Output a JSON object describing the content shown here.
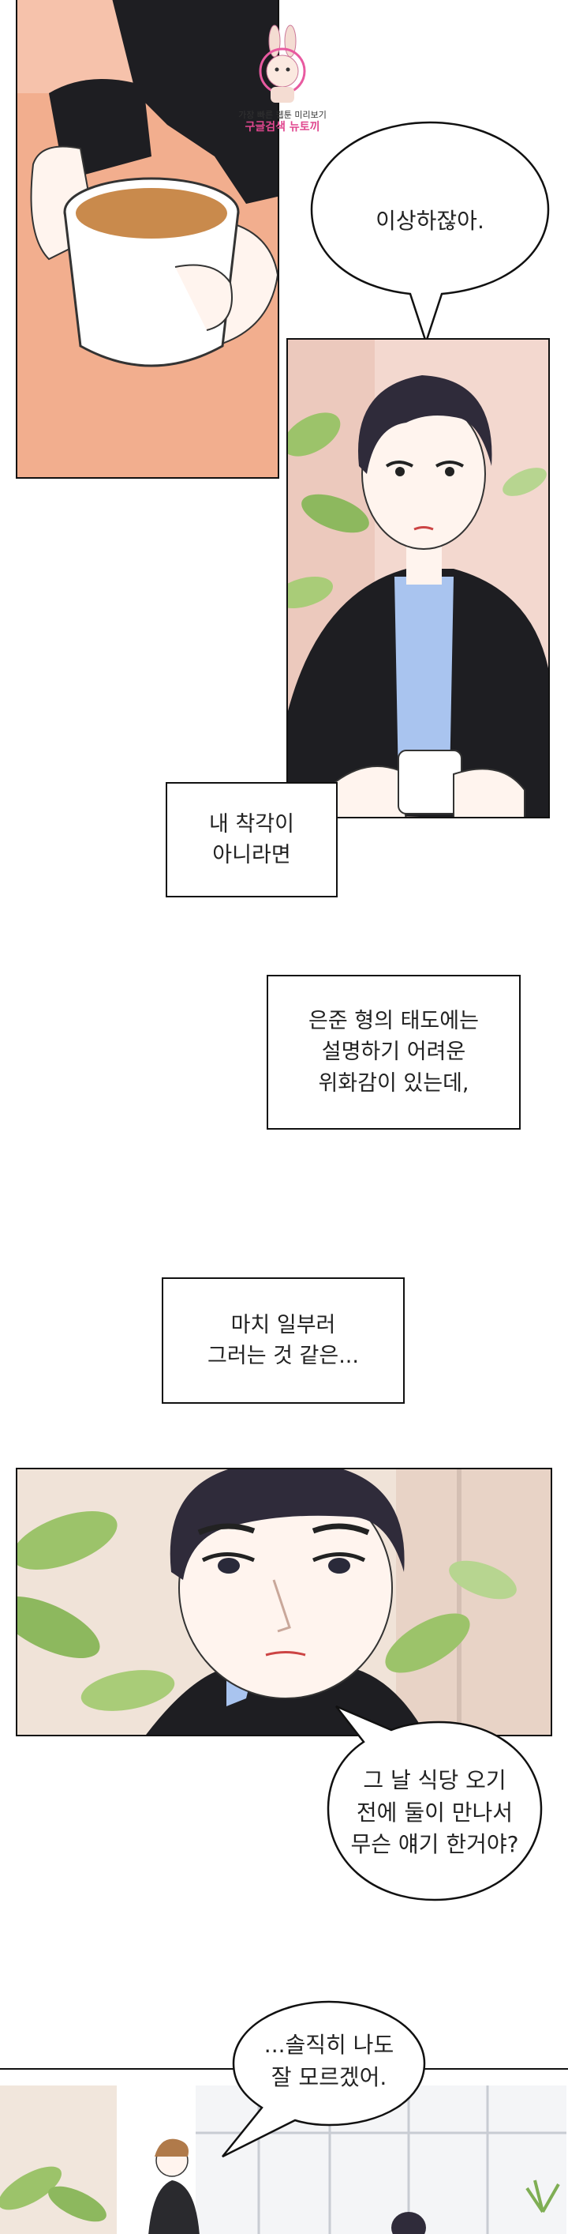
{
  "watermark": {
    "line1": "가장 빠른 웹툰 미리보기",
    "line2": "구글검색 뉴토끼"
  },
  "bubbles": {
    "b1": "이상하잖아.",
    "b2": "그 날 식당 오기\n전에 둘이 만나서\n무슨 얘기 한거야?",
    "b3": "...솔직히 나도\n잘 모르겠어."
  },
  "captions": {
    "c1": "내 착각이\n아니라면",
    "c2": "은준 형의 태도에는\n설명하기 어려운\n위화감이 있는데,",
    "c3": "마치 일부러\n그러는 것 같은..."
  },
  "colors": {
    "panel1_bg": "#f2ae8e",
    "panel2_bg": "#f3d8cf",
    "panel3_bg": "#f0e3d8",
    "hair": "#2f2b3a",
    "jacket": "#1e1e22",
    "skin": "#fff4ee",
    "shirt": "#a9c4ef",
    "plant": "#9cc36a"
  }
}
